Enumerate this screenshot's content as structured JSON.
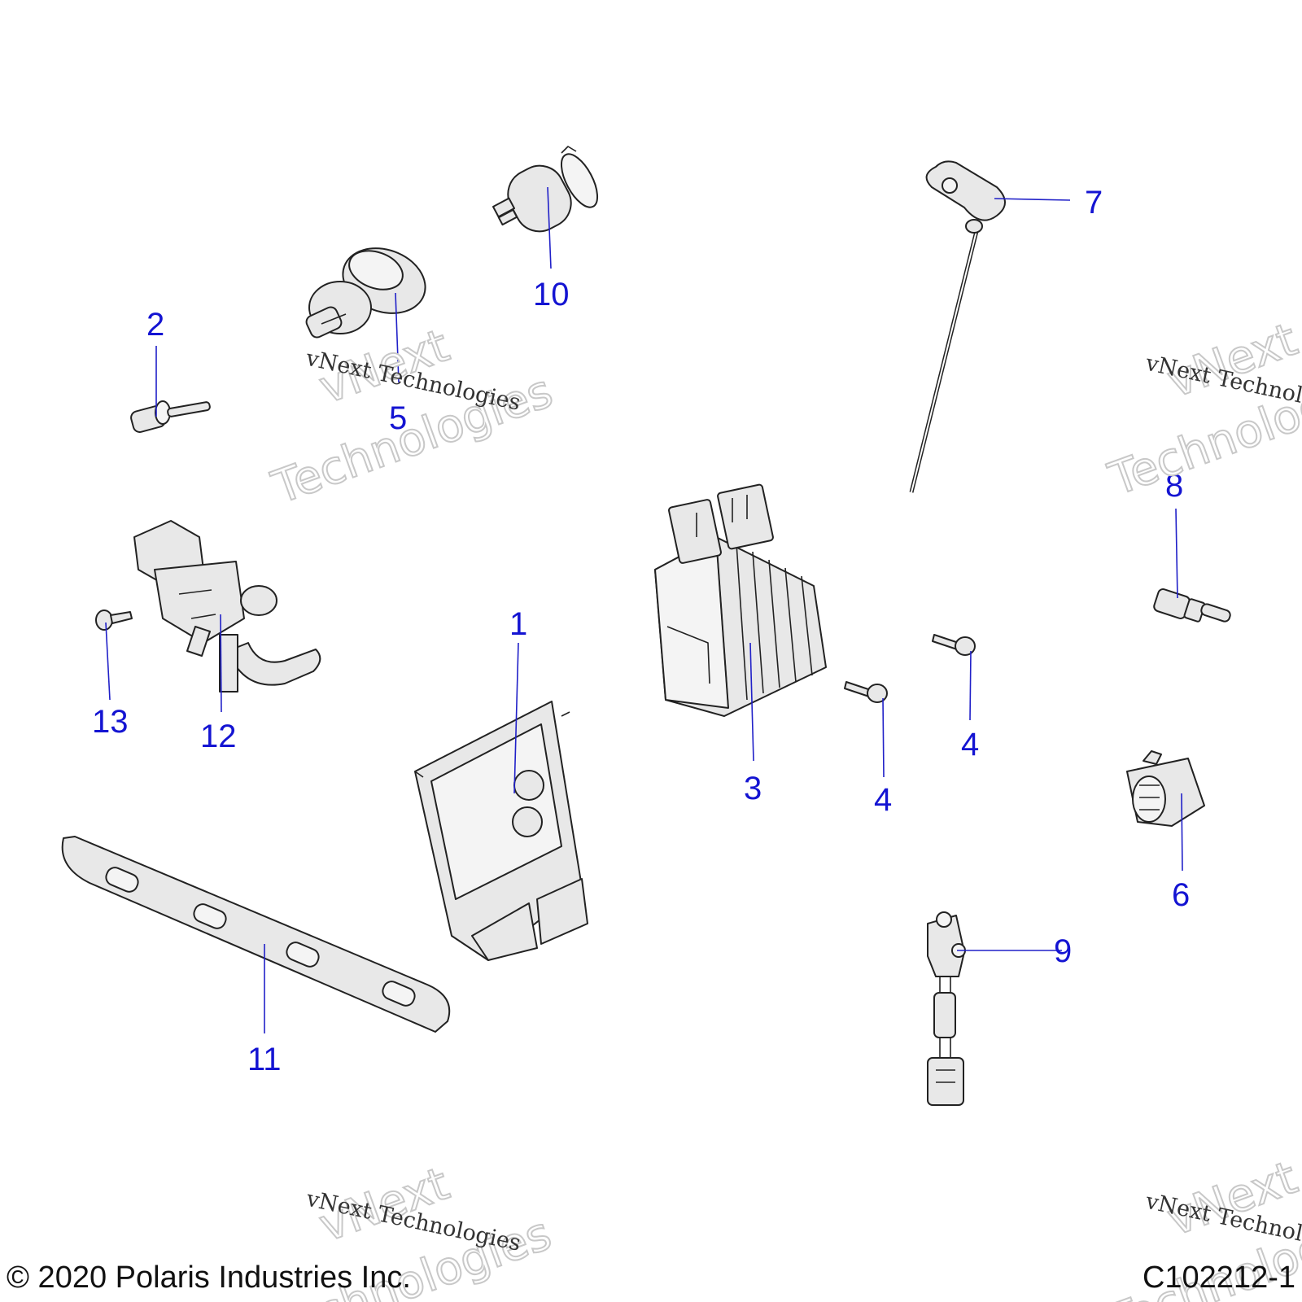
{
  "callouts": {
    "c1": "1",
    "c2": "2",
    "c3": "3",
    "c4a": "4",
    "c4b": "4",
    "c5": "5",
    "c6": "6",
    "c7": "7",
    "c8": "8",
    "c9": "9",
    "c10": "10",
    "c11": "11",
    "c12": "12",
    "c13": "13"
  },
  "watermark": {
    "line": "vNext Technologies",
    "big_top": "vNext",
    "big_bottom": "Technologies"
  },
  "footer": {
    "copyright": "© 2020 Polaris Industries Inc.",
    "figure_id": "C102212-1"
  },
  "colors": {
    "callout": "#1414d2",
    "line_art": "#222222",
    "part_fill": "#e8e8e8"
  }
}
